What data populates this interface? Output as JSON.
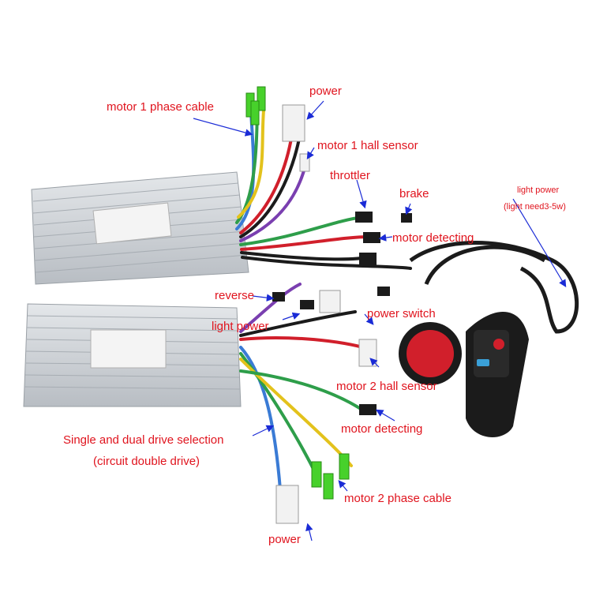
{
  "labels": {
    "motor1_phase_cable": "motor 1 phase cable",
    "power_top": "power",
    "motor1_hall_sensor": "motor 1 hall sensor",
    "throttler": "throttler",
    "brake": "brake",
    "light_power_right": "light power",
    "light_need": "(light need3-5w)",
    "motor_detecting_top": "motor detecting",
    "reverse": "reverse",
    "light_power_left": "light power",
    "power_switch": "power switch",
    "motor2_hall_sensor": "motor 2 hall sensor",
    "single_dual_selection": "Single and dual drive selection",
    "circuit_double_drive": "(circuit double drive)",
    "motor_detecting_bottom": "motor detecting",
    "motor2_phase_cable": "motor 2 phase cable",
    "power_bottom": "power"
  },
  "colors": {
    "label_text": "#e0141e",
    "pointer_arrow": "#1a2bd6",
    "controller_body": "#c9cdd2",
    "connector_green": "#47d12b"
  }
}
